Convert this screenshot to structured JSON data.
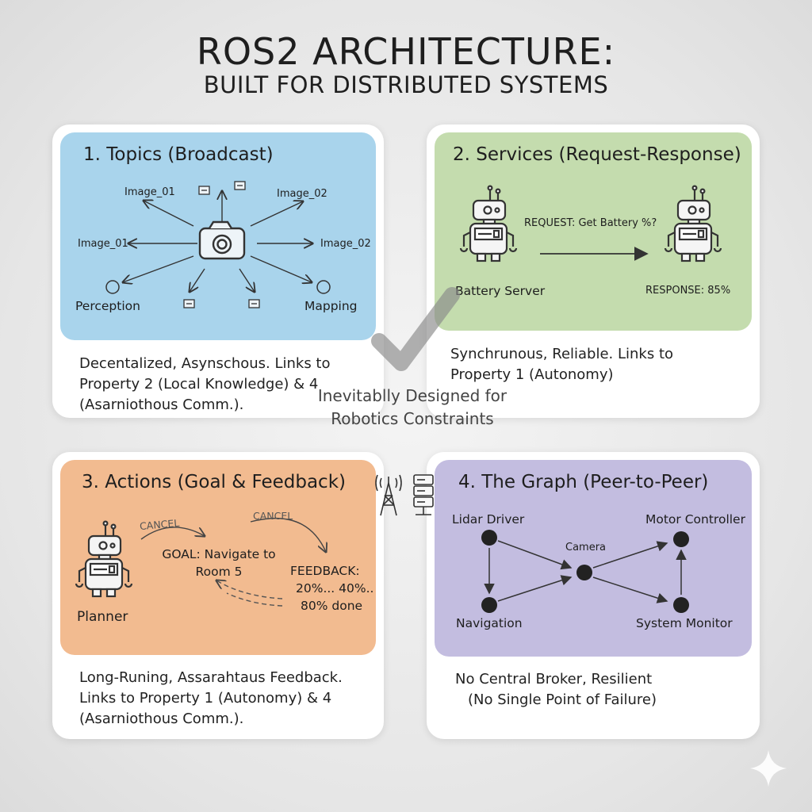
{
  "header": {
    "title": "ROS2 ARCHITECTURE:",
    "subtitle": "BUILT FOR DISTRIBUTED SYSTEMS"
  },
  "center": {
    "caption": "Inevitablly Designed for Robotics Constraints",
    "icons": [
      "checkmark-icon",
      "antenna-tower-icon",
      "server-rack-icon"
    ]
  },
  "topics": {
    "title": "1. Topics (Broadcast)",
    "labels": {
      "image_top_left": "Image_01",
      "image_top_right": "Image_02",
      "image_left": "Image_01",
      "image_right": "Image_02",
      "perception": "Perception",
      "mapping": "Mapping"
    },
    "description": "Decentalized, Asynschous. Links to Property 2 (Local Knowledge) & 4 (Asarniothous Comm.).",
    "color": "#a9d4ec"
  },
  "services": {
    "title": "2. Services (Request-Response)",
    "request": "REQUEST: Get Battery %?",
    "server": "Battery Server",
    "response": "RESPONSE: 85%",
    "description": "Synchrunous, Reliable. Links to Property 1 (Autonomy)",
    "color": "#c4dcae"
  },
  "actions": {
    "title": "3. Actions (Goal & Feedback)",
    "cancel_left": "CANCEL",
    "cancel_right": "CANCEL",
    "goal": "GOAL: Navigate to Room 5",
    "feedback_label": "FEEDBACK:",
    "feedback_progress": "20%... 40%..",
    "feedback_done": "80% done",
    "planner": "Planner",
    "description": "Long-Runing, Assarahtaus Feedback. Links to Property 1 (Autonomy) & 4 (Asarniothous Comm.).",
    "color": "#f2bb90"
  },
  "graph": {
    "title": "4. The Graph (Peer-to-Peer)",
    "nodes": [
      "Lidar Driver",
      "Motor Controller",
      "Camera",
      "Navigation",
      "System Monitor"
    ],
    "description_line1": "No Central Broker, Resilient",
    "description_line2": "(No Single Point of Failure)",
    "color": "#c3bde0"
  },
  "corner_icon": "sparkle-icon"
}
